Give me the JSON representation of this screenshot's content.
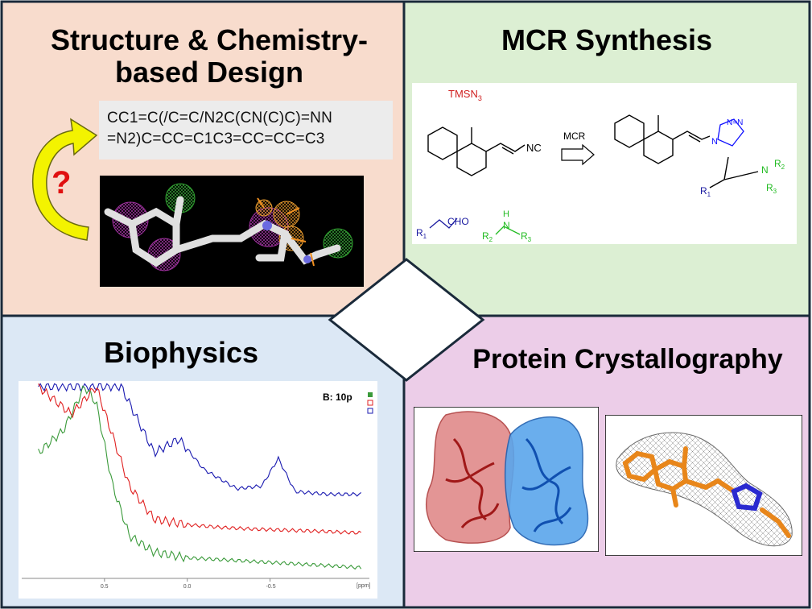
{
  "quadrants": {
    "design": {
      "title_line1": "Structure & Chemistry-",
      "title_line2": "based Design",
      "smiles_line1": "CC1=C(/C=C/N2C(CN(C)C)=NN",
      "smiles_line2": "=N2)C=CC=C1C3=CC=CC=C3",
      "question_mark": "?",
      "colors": {
        "background": "#f8dccd",
        "arrow": "#f3f300",
        "question": "#e01010"
      }
    },
    "synthesis": {
      "title": "MCR Synthesis",
      "reagent_tms": "TMSN",
      "reagent_tms_sub": "3",
      "isocyanide_label": "NC",
      "arrow_label": "MCR",
      "aldehyde_r": "R",
      "aldehyde_r_sub": "1",
      "aldehyde_cho": "CHO",
      "amine_h": "H",
      "amine_n": "N",
      "amine_r2": "R",
      "amine_r2_sub": "2",
      "amine_r3": "R",
      "amine_r3_sub": "3",
      "tetrazole_n": "N",
      "product_n": "N",
      "product_r1": "R",
      "product_r1_sub": "1",
      "product_r2": "R",
      "product_r2_sub": "2",
      "product_r3": "R",
      "product_r3_sub": "3",
      "colors": {
        "background": "#dcefd3",
        "tms": "#d02020",
        "aldehyde": "#1a1aa0",
        "amine": "#22bb22",
        "tetrazole": "#1010ff"
      }
    },
    "biophysics": {
      "title": "Biophysics",
      "legend_label": "B: 10p",
      "xaxis_unit": "[ppm]",
      "xticks": [
        "0.5",
        "0.0",
        "-0.5"
      ],
      "colors": {
        "background": "#dce8f5"
      }
    },
    "crystallography": {
      "title": "Protein Crystallography",
      "colors": {
        "background": "#eccde8"
      }
    }
  },
  "chart_data": {
    "type": "line",
    "title": "",
    "xlabel": "[ppm]",
    "ylabel": "",
    "x_ticks": [
      "0.5",
      "0.0",
      "-0.5"
    ],
    "grid": false,
    "legend_placement": "top-right",
    "legend_label": "B: 10p",
    "series": [
      {
        "color": "#1a1ab0",
        "x": [
          0.9,
          0.7,
          0.55,
          0.4,
          0.2,
          0.05,
          -0.1,
          -0.3,
          -0.45,
          -0.55,
          -0.65,
          -0.85,
          -1.05
        ],
        "y": [
          3.4,
          3.4,
          3.4,
          3.4,
          2.2,
          2.45,
          1.9,
          1.55,
          1.6,
          2.1,
          1.5,
          1.45,
          1.45
        ]
      },
      {
        "color": "#e02020",
        "x": [
          0.9,
          0.7,
          0.55,
          0.45,
          0.35,
          0.2,
          0.0,
          -0.2,
          -0.4,
          -0.6,
          -0.8,
          -1.05
        ],
        "y": [
          3.4,
          2.9,
          3.4,
          2.5,
          1.6,
          1.0,
          0.9,
          0.85,
          0.82,
          0.8,
          0.78,
          0.75
        ]
      },
      {
        "color": "#3a9a3a",
        "x": [
          0.9,
          0.75,
          0.62,
          0.55,
          0.45,
          0.35,
          0.2,
          0.0,
          -0.3,
          -0.6,
          -0.9,
          -1.05
        ],
        "y": [
          2.2,
          2.6,
          3.4,
          3.1,
          1.6,
          0.7,
          0.4,
          0.3,
          0.25,
          0.2,
          0.15,
          0.12
        ]
      }
    ]
  }
}
